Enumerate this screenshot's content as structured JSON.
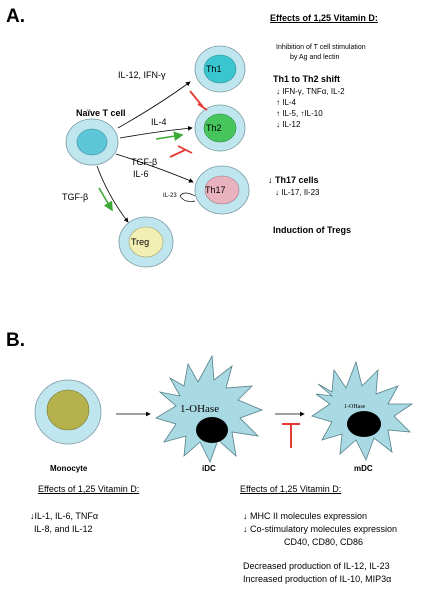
{
  "panel_a": {
    "label": "A.",
    "naive_label": "Naïve T cell",
    "cells": {
      "th1": "Th1",
      "th2": "Th2",
      "th17": "Th17",
      "treg": "Treg"
    },
    "arrows": {
      "to_th1": "IL-12, IFN-γ",
      "to_th2": "IL-4",
      "to_th17_a": "TGF-β",
      "to_th17_b": "IL-6",
      "il23": "IL-23",
      "to_treg": "TGF-β"
    },
    "effects": {
      "title": "Effects of 1,25 Vitamin D:",
      "inhibition_1": "Inhibition of T cell stimulation",
      "inhibition_2": "by Ag and lectin",
      "shift_title": "Th1 to Th2 shift",
      "shift_1": "↓ IFN-γ, TNFα, IL-2",
      "shift_2": "↑ IL-4",
      "shift_3": "↑ IL-5, ↑IL-10",
      "shift_4": "↓ IL-12",
      "th17_title": "↓ Th17 cells",
      "th17_1": "↓ IL-17, Il-23",
      "tregs": "Induction of Tregs"
    }
  },
  "panel_b": {
    "label": "B.",
    "enzyme_idc": "1-OHase",
    "enzyme_mdc": "1-OHase",
    "cell_labels": {
      "monocyte": "Monocyte",
      "idc": "iDC",
      "mdc": "mDC"
    },
    "left_effects": {
      "title": "Effects of 1,25 Vitamin D:",
      "line1": "↓IL-1, IL-6, TNFα",
      "line2": "IL-8, and IL-12"
    },
    "right_effects": {
      "title": "Effects of 1,25 Vitamin D:",
      "line1": "↓ MHC II molecules expression",
      "line2": "↓ Co-stimulatory molecules expression",
      "line3": "CD40, CD80, CD86",
      "line4": "Decreased production of IL-12, IL-23",
      "line5": "Increased production of IL-10, MIP3α"
    }
  },
  "colors": {
    "outer_blue": "#bfe6ef",
    "naive_nucleus": "#5ec6d9",
    "th1_nucleus": "#3ac6cf",
    "th2_nucleus": "#47c55d",
    "th17_nucleus": "#e9b2bf",
    "treg_nucleus": "#f2efb4",
    "monocyte_nucleus": "#b5b24d",
    "dc_body": "#a9dae3",
    "inhibit_red": "#e53935",
    "promote_green": "#3daa36"
  }
}
